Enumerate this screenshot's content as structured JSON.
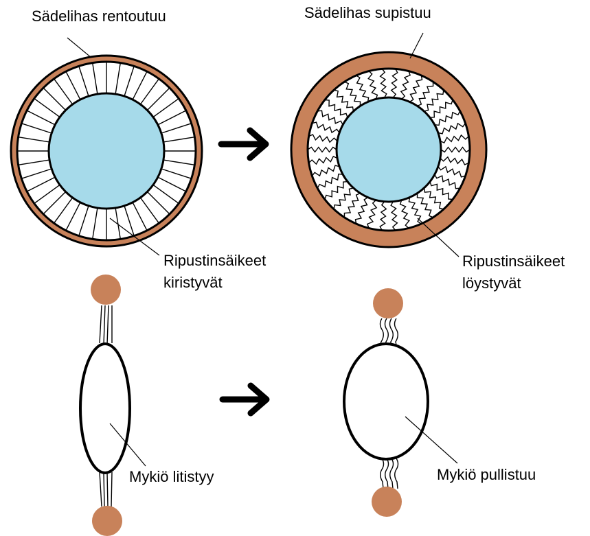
{
  "labels": {
    "ciliary_relaxed": "Sädelihas rentoutuu",
    "ciliary_contracted": "Sädelihas supistuu",
    "zonules_tighten_line1": "Ripustinsäikeet",
    "zonules_tighten_line2": "kiristyvät",
    "zonules_loosen_line1": "Ripustinsäikeet",
    "zonules_loosen_line2": "löystyvät",
    "lens_flattens": "Mykiö litistyy",
    "lens_bulges": "Mykiö pullistuu"
  },
  "colors": {
    "muscle": "#c8825a",
    "lens": "#a6daea",
    "outline": "#000000",
    "background": "#ffffff"
  }
}
